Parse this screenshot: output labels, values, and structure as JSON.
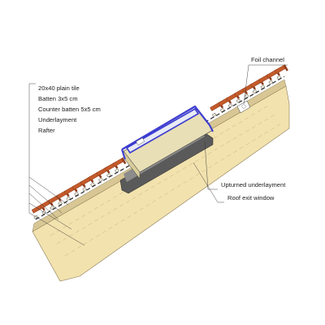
{
  "legend_left": [
    "20x40 plain tile",
    "Batten 3x5 cm",
    "Counter batten 5x5 cm",
    "Underlayment",
    "Rafter"
  ],
  "callout_foil": "Foil channel",
  "callout_upturned": "Upturned underlayment",
  "callout_window": "Roof exit window",
  "colors": {
    "background": "#ffffff",
    "rafter": "#f2e2ae",
    "rafter_grain": "#c9b27a",
    "tile": "#c45a2a",
    "tile_shadow": "#8e3d1c",
    "underlayment": "#2a2a2a",
    "window_frame": "#3c3ccf",
    "window_glass": "#e8eaf5",
    "window_sill": "#e9dfb6",
    "flashing": "#6b6b6b"
  }
}
